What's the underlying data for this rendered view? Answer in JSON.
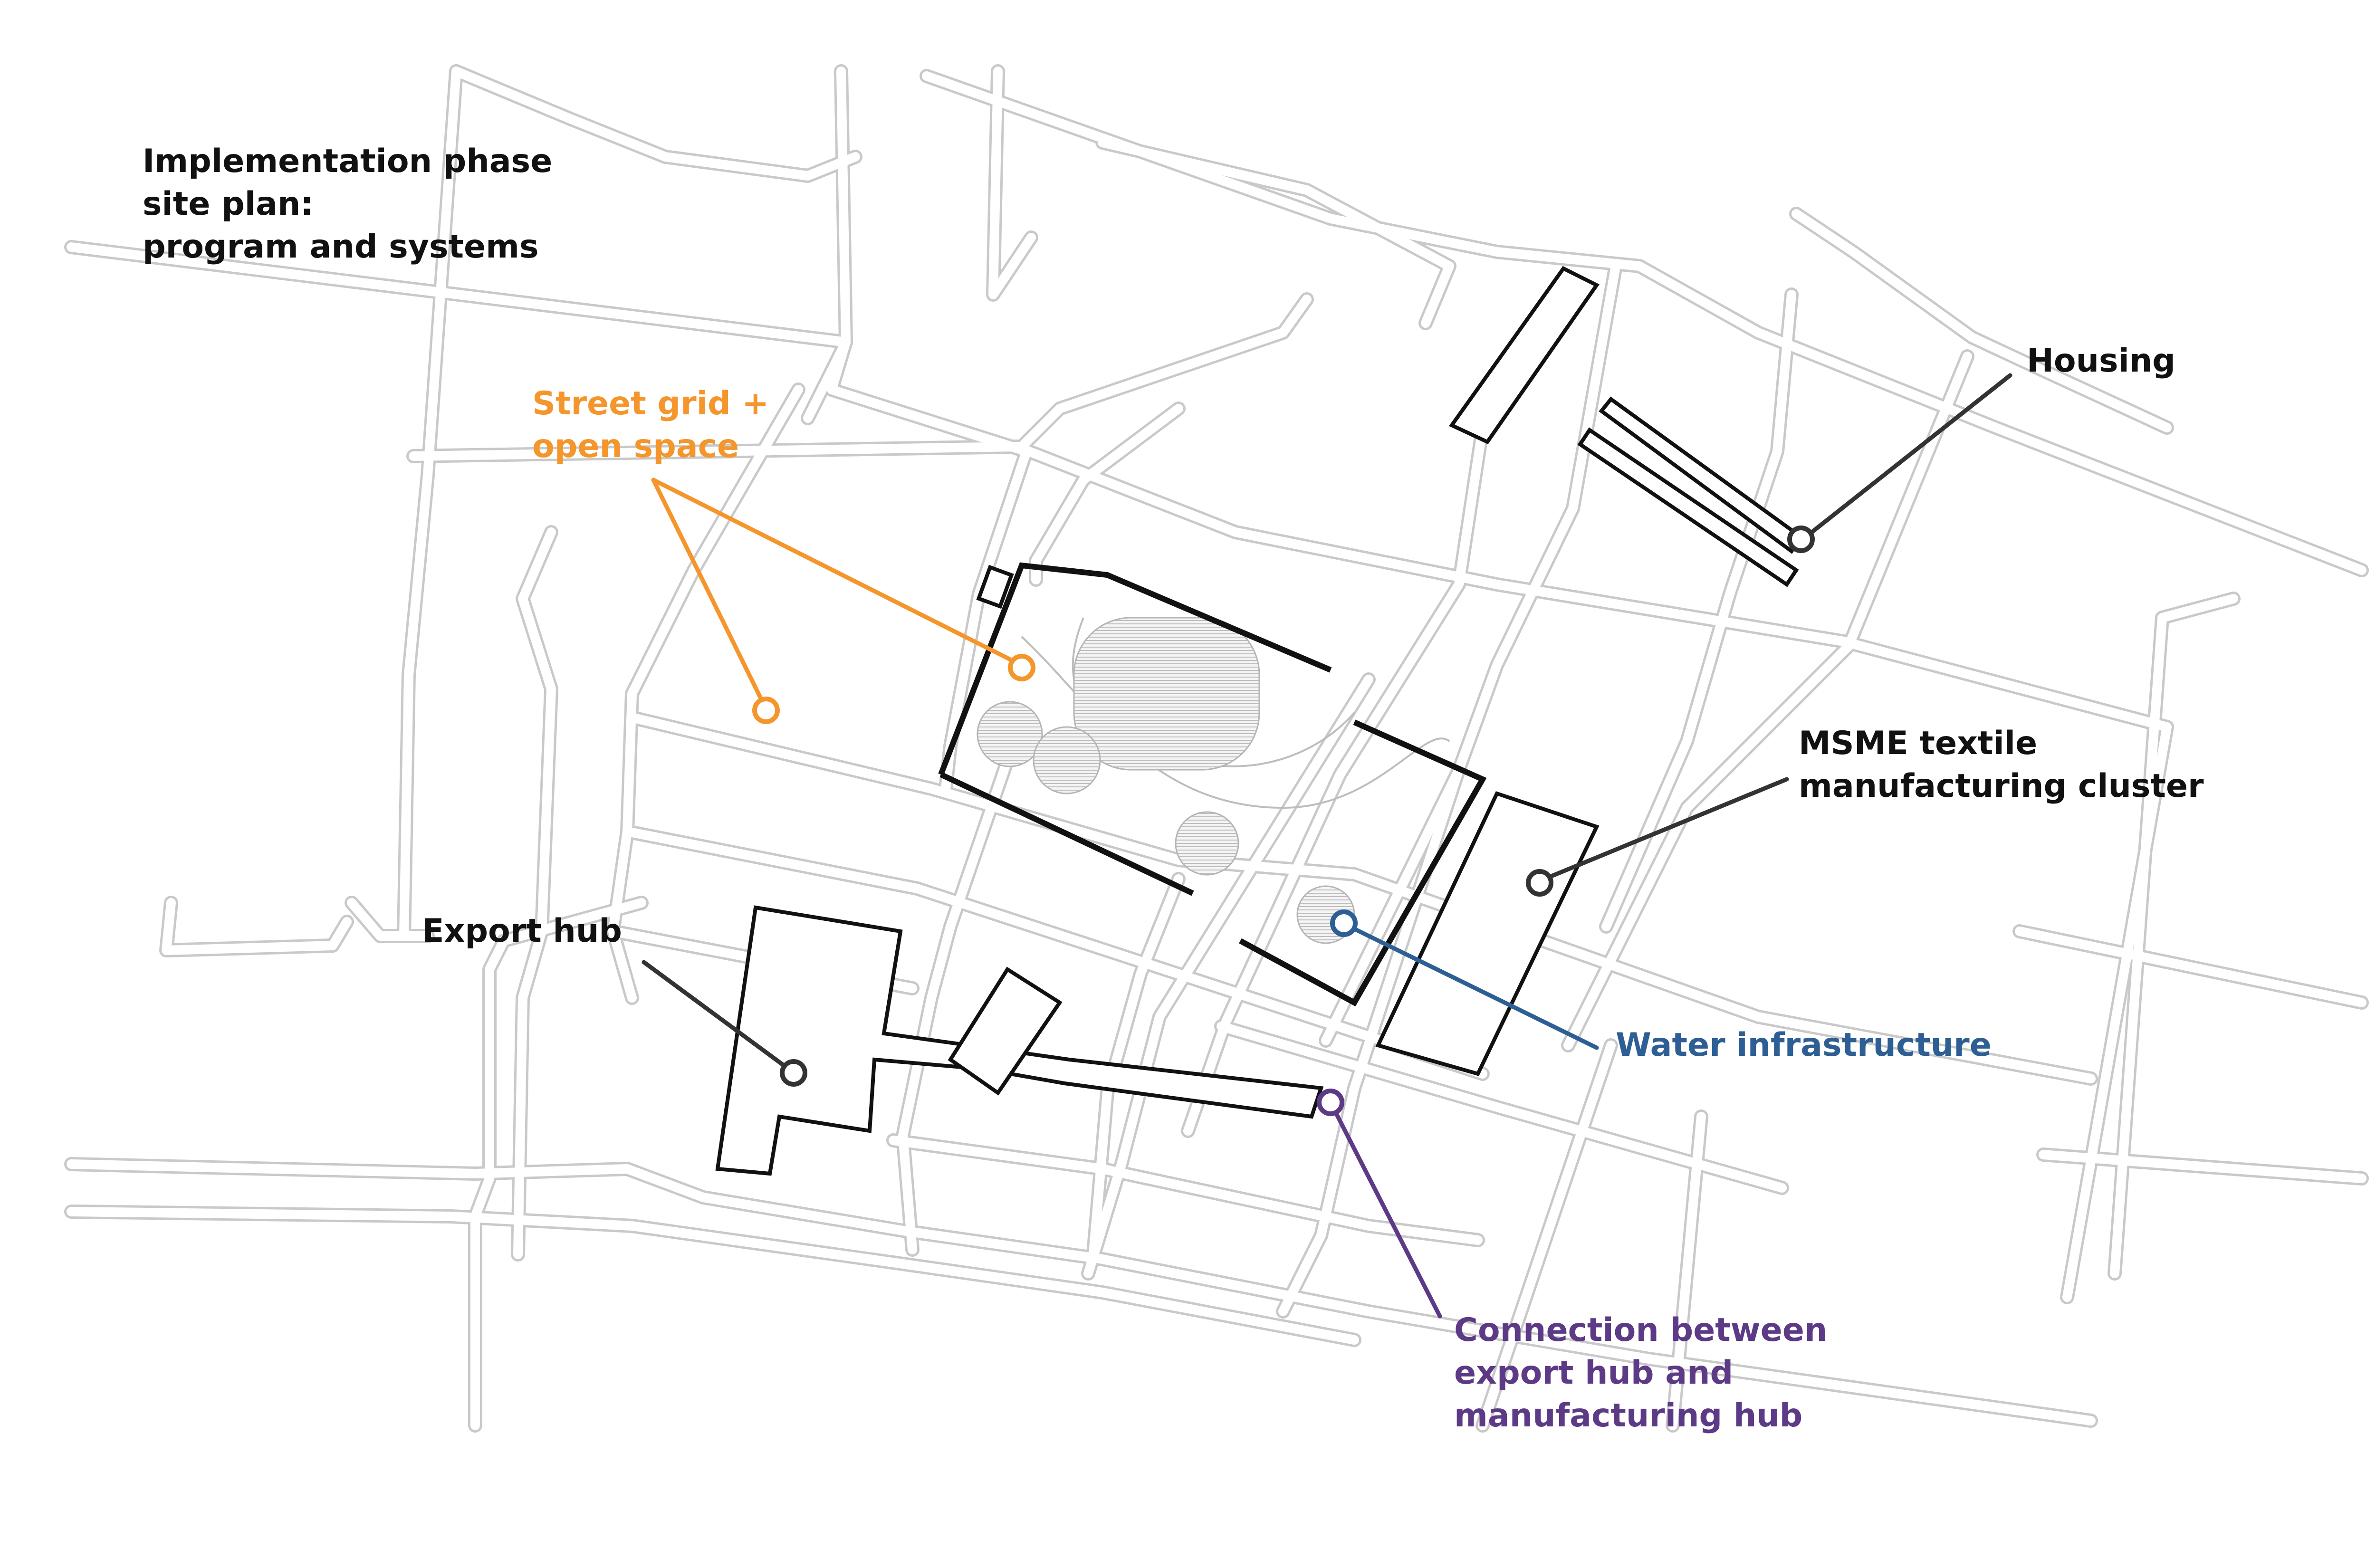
{
  "title": {
    "lines": [
      "Implementation phase",
      "site plan:",
      "program and systems"
    ],
    "color": "#111111"
  },
  "legend": {
    "street_grid": {
      "lines": [
        "Street grid +",
        "open space"
      ],
      "color": "#f4962b"
    },
    "housing": {
      "lines": [
        "Housing"
      ],
      "color": "#111111"
    },
    "msme": {
      "lines": [
        "MSME textile",
        "manufacturing cluster"
      ],
      "color": "#111111"
    },
    "export_hub": {
      "lines": [
        "Export hub"
      ],
      "color": "#111111"
    },
    "water": {
      "lines": [
        "Water infrastructure"
      ],
      "color": "#2e5f94"
    },
    "connection": {
      "lines": [
        "Connection between",
        "export hub and",
        "manufacturing hub"
      ],
      "color": "#5d3a86"
    }
  },
  "colors": {
    "road_edge": "#c9c9c9",
    "building": "#111111",
    "hatch": "#b5b5b5"
  }
}
